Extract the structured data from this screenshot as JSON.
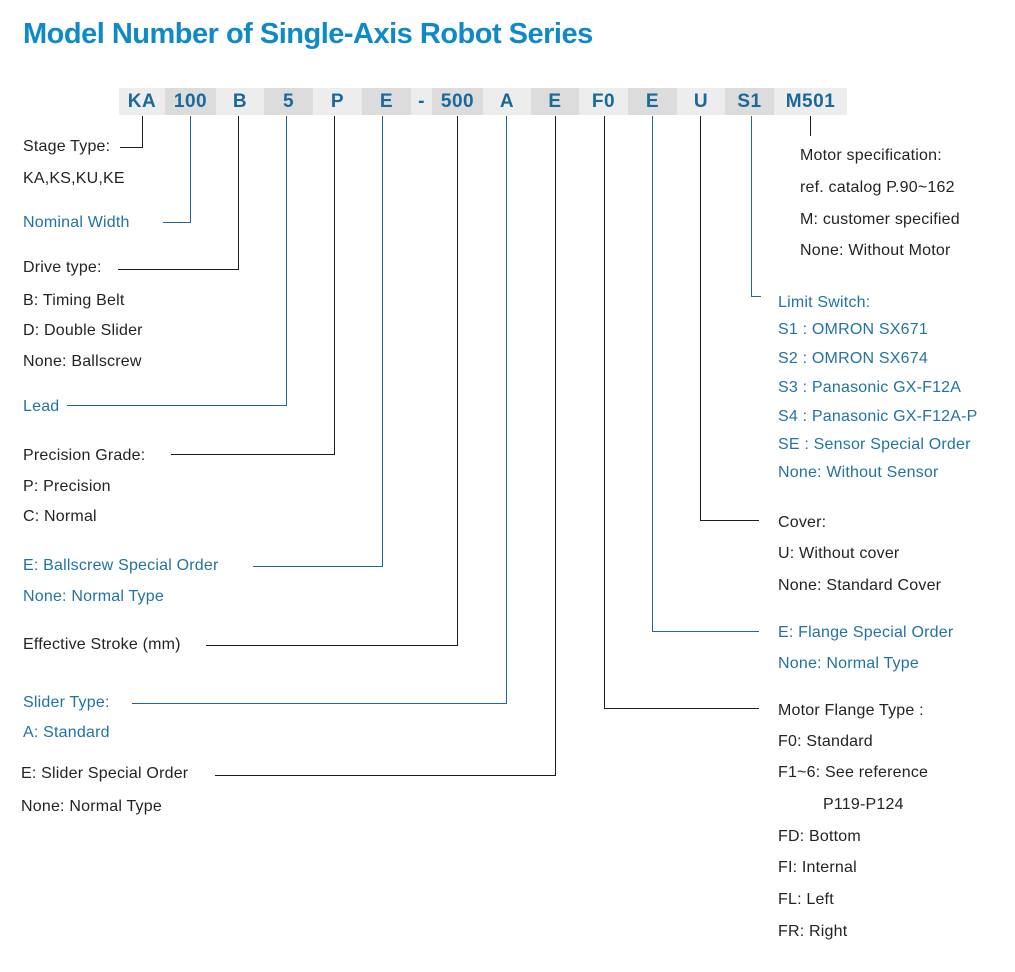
{
  "title": "Model Number of Single-Axis Robot Series",
  "colors": {
    "title": "#0e8ac8",
    "code_text": "#1a699c",
    "black_text": "#262224",
    "blue_text": "#2273a4",
    "black_line": "#1c1c1c",
    "blue_line": "#1d6b92",
    "box_light": "#ededed",
    "box_dark": "#dcdcdc"
  },
  "model_number": {
    "full_code": "KA 100 B 5 P E - 500 A E F0 E U S1 M501",
    "segments": [
      {
        "id": "stage",
        "code": "KA",
        "shade": "light",
        "line": "black"
      },
      {
        "id": "width",
        "code": "100",
        "shade": "dark",
        "line": "blue"
      },
      {
        "id": "drive",
        "code": "B",
        "shade": "light",
        "line": "black"
      },
      {
        "id": "lead",
        "code": "5",
        "shade": "dark",
        "line": "blue"
      },
      {
        "id": "precision",
        "code": "P",
        "shade": "light",
        "line": "black"
      },
      {
        "id": "ballscrew",
        "code": "E",
        "shade": "dark",
        "line": "blue"
      },
      {
        "id": "dash",
        "code": "-",
        "shade": "light",
        "line": "none"
      },
      {
        "id": "stroke",
        "code": "500",
        "shade": "dark",
        "line": "black"
      },
      {
        "id": "slider",
        "code": "A",
        "shade": "light",
        "line": "blue"
      },
      {
        "id": "slider_special",
        "code": "E",
        "shade": "dark",
        "line": "black"
      },
      {
        "id": "flange_type",
        "code": "F0",
        "shade": "light",
        "line": "black"
      },
      {
        "id": "flange_special",
        "code": "E",
        "shade": "dark",
        "line": "blue"
      },
      {
        "id": "cover",
        "code": "U",
        "shade": "light",
        "line": "black"
      },
      {
        "id": "limit",
        "code": "S1",
        "shade": "dark",
        "line": "blue"
      },
      {
        "id": "motor",
        "code": "M501",
        "shade": "light",
        "line": "black"
      }
    ]
  },
  "sections": [
    {
      "id": "stage",
      "side": "left",
      "color": "black",
      "lines": [
        "Stage Type:",
        "KA,KS,KU,KE"
      ]
    },
    {
      "id": "width",
      "side": "left",
      "color": "blue",
      "lines": [
        "Nominal Width"
      ]
    },
    {
      "id": "drive",
      "side": "left",
      "color": "black",
      "lines": [
        "Drive type:",
        "B: Timing Belt",
        "D: Double Slider",
        "None: Ballscrew"
      ]
    },
    {
      "id": "lead",
      "side": "left",
      "color": "blue",
      "lines": [
        "Lead"
      ]
    },
    {
      "id": "precision",
      "side": "left",
      "color": "black",
      "lines": [
        "Precision Grade:",
        "P: Precision",
        "C: Normal"
      ]
    },
    {
      "id": "ballscrew",
      "side": "left",
      "color": "blue",
      "lines": [
        "E: Ballscrew Special Order",
        "None: Normal Type"
      ]
    },
    {
      "id": "stroke",
      "side": "left",
      "color": "black",
      "lines": [
        "Effective Stroke (mm)"
      ]
    },
    {
      "id": "slider",
      "side": "left",
      "color": "blue",
      "lines": [
        "Slider Type:",
        "A: Standard"
      ]
    },
    {
      "id": "slider_special",
      "side": "left",
      "color": "black",
      "lines": [
        "E: Slider Special Order",
        "None: Normal Type"
      ]
    },
    {
      "id": "motor",
      "side": "right",
      "color": "black",
      "lines": [
        "Motor specification:",
        "ref. catalog P.90~162",
        "M: customer specified",
        "None: Without Motor"
      ]
    },
    {
      "id": "limit",
      "side": "right",
      "color": "blue",
      "lines": [
        "Limit Switch:",
        "S1 : OMRON SX671",
        "S2 : OMRON SX674",
        "S3 : Panasonic GX-F12A",
        "S4 : Panasonic GX-F12A-P",
        "SE : Sensor Special Order",
        "None: Without Sensor"
      ]
    },
    {
      "id": "cover",
      "side": "right",
      "color": "black",
      "lines": [
        "Cover:",
        "U: Without cover",
        "None: Standard Cover"
      ]
    },
    {
      "id": "flange_special",
      "side": "right",
      "color": "blue",
      "lines": [
        "E: Flange Special Order",
        "None: Normal Type"
      ]
    },
    {
      "id": "flange_type",
      "side": "right",
      "color": "black",
      "lines": [
        "Motor Flange Type :",
        "F0: Standard",
        "F1~6: See reference",
        "P119-P124",
        "FD: Bottom",
        "FI: Internal",
        "FL: Left",
        "FR: Right"
      ]
    }
  ]
}
